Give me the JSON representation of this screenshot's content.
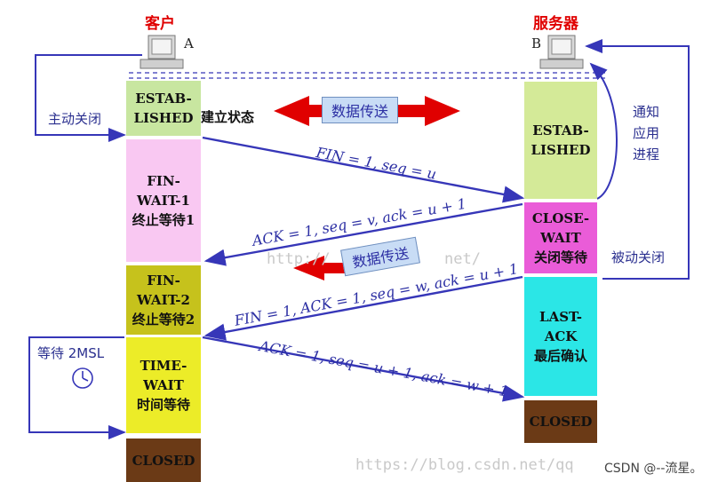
{
  "client": {
    "title": "客户",
    "node": "A"
  },
  "server": {
    "title": "服务器",
    "node": "B"
  },
  "client_states": [
    {
      "label": "ESTAB-\nLISHED",
      "color": "#c8e6a0"
    },
    {
      "label": "FIN-WAIT-1\n终止等待1",
      "color": "#f9c8f2"
    },
    {
      "label": "FIN-WAIT-2\n终止等待2",
      "color": "#c6c21c"
    },
    {
      "label": "TIME-WAIT\n时间等待",
      "color": "#ecec28"
    },
    {
      "label": "CLOSED",
      "color": "#6b3a16"
    }
  ],
  "server_states": [
    {
      "label": "ESTAB-\nLISHED",
      "color": "#d4ea98"
    },
    {
      "label": "CLOSE-WAIT\n关闭等待",
      "color": "#ea5cd8"
    },
    {
      "label": "LAST-ACK\n最后确认",
      "color": "#2be6e6"
    },
    {
      "label": "CLOSED",
      "color": "#6b3a16"
    }
  ],
  "established_label": "建立状态",
  "data_transfer": "数据传送",
  "side_labels": {
    "active_close": "主动关闭",
    "notify_app": "通知\n应用\n进程",
    "passive_close": "被动关闭",
    "wait_2msl": "等待 2MSL"
  },
  "messages": {
    "fin1": "FIN = 1, seq = u",
    "ack1": "ACK = 1, seq = v, ack = u + 1",
    "fin2": "FIN = 1, ACK = 1, seq = w, ack = u + 1",
    "ack2": "ACK = 1, seq = u + 1, ack = w + 1"
  },
  "watermarks": {
    "url_top": "http://",
    "url_mid": "net/",
    "url_bottom": "https://blog.csdn.net/qq",
    "credit": "CSDN @--流星。"
  },
  "colors": {
    "line": "#3636b8",
    "arrow_red": "#e00000"
  },
  "icons": [
    "computer-icon",
    "clock-icon"
  ]
}
